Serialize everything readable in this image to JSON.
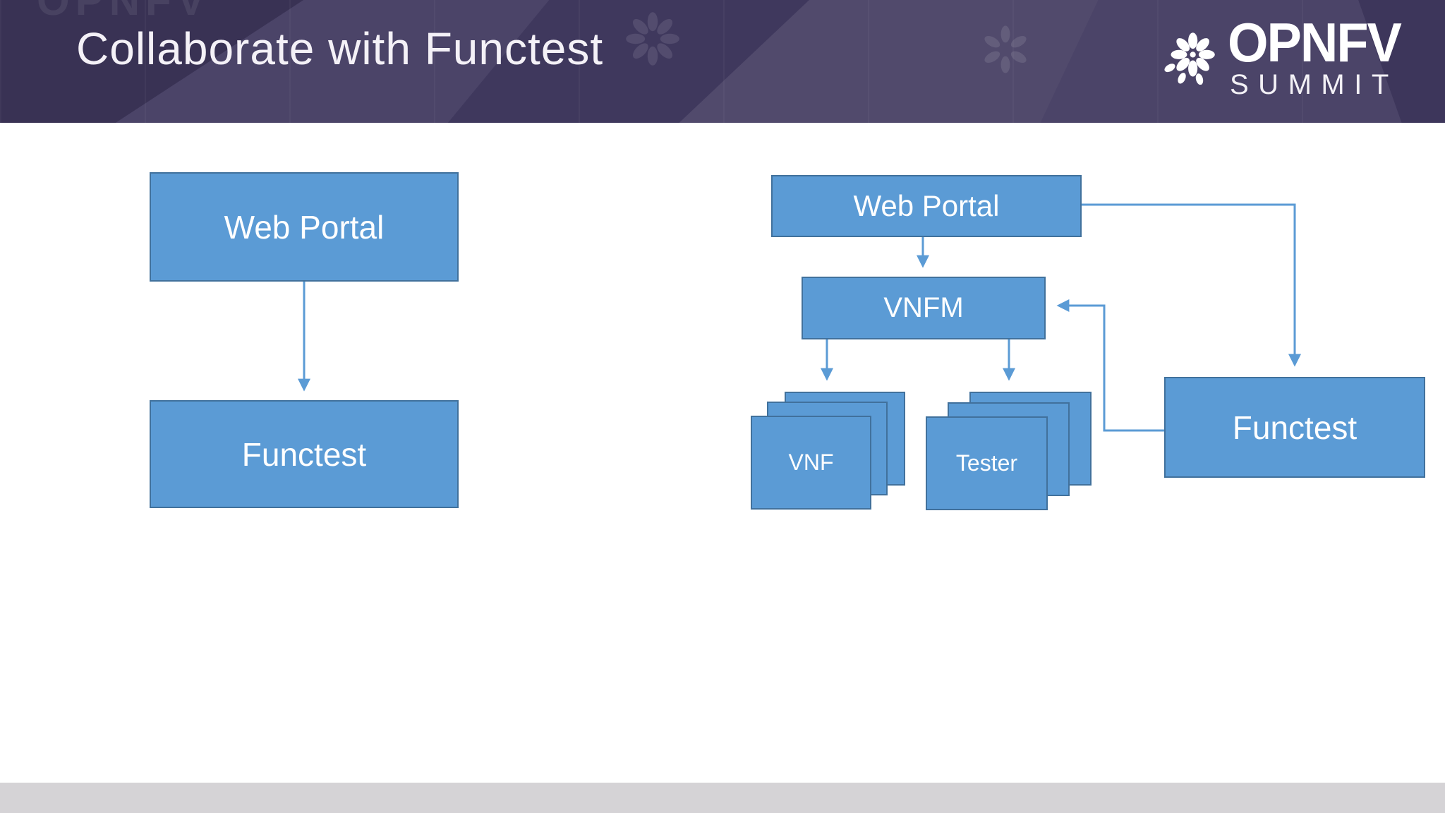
{
  "slide": {
    "title": "Collaborate with Functest"
  },
  "logo": {
    "brand": "OPNFV",
    "subtitle": "SUMMIT",
    "watermark": "OPNFV"
  },
  "colors": {
    "header_background": "#4b4468",
    "box_fill": "#5b9bd5",
    "box_border": "#41719c",
    "connector": "#5b9bd5",
    "slide_background": "#ffffff",
    "footer_bar": "#d5d3d6",
    "title_text": "#f4f1f7"
  },
  "left_diagram": {
    "nodes": [
      {
        "id": "web_portal",
        "label": "Web Portal"
      },
      {
        "id": "functest",
        "label": "Functest"
      }
    ],
    "edges": [
      {
        "from": "web_portal",
        "to": "functest"
      }
    ]
  },
  "right_diagram": {
    "nodes": [
      {
        "id": "web_portal",
        "label": "Web Portal"
      },
      {
        "id": "vnfm",
        "label": "VNFM"
      },
      {
        "id": "vnf",
        "label": "VNF",
        "stacked": true
      },
      {
        "id": "tester",
        "label": "Tester",
        "stacked": true
      },
      {
        "id": "functest",
        "label": "Functest"
      }
    ],
    "edges": [
      {
        "from": "web_portal",
        "to": "vnfm"
      },
      {
        "from": "web_portal",
        "to": "functest"
      },
      {
        "from": "vnfm",
        "to": "vnf"
      },
      {
        "from": "vnfm",
        "to": "tester"
      },
      {
        "from": "functest",
        "to": "vnfm"
      }
    ]
  }
}
